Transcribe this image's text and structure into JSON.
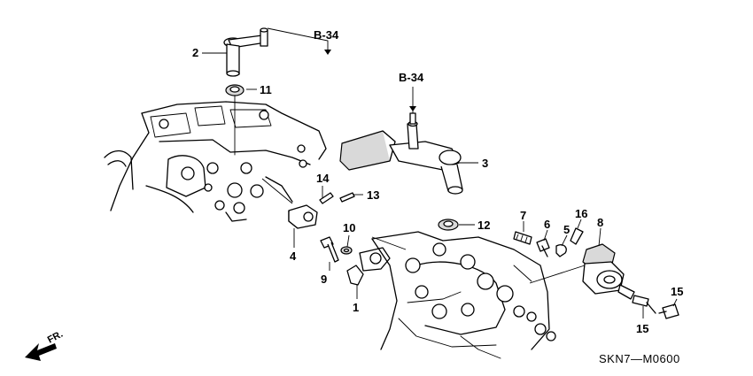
{
  "diagram_code": "SKN7—M0600",
  "direction_label": "FR.",
  "references": [
    {
      "id": "ref-b34-upper",
      "label": "B-34"
    },
    {
      "id": "ref-b34-lower",
      "label": "B-34"
    }
  ],
  "callouts": [
    "2",
    "11",
    "14",
    "13",
    "4",
    "10",
    "9",
    "1",
    "12",
    "3",
    "7",
    "6",
    "5",
    "16",
    "8",
    "15",
    "15"
  ]
}
